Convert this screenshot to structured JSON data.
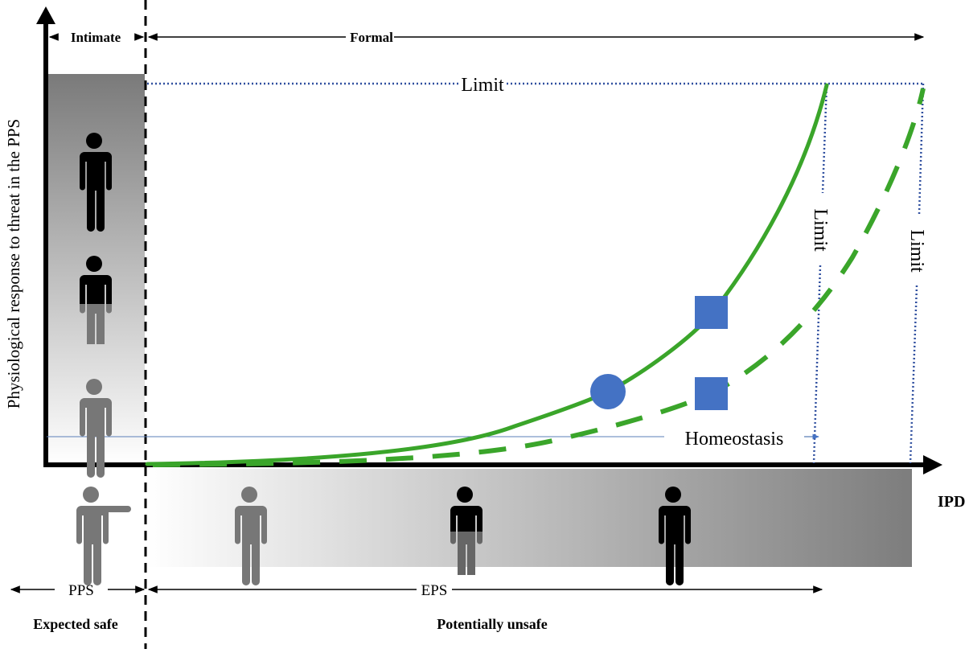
{
  "diagram": {
    "title": "",
    "y_axis_label": "Physiological response to threat in the PPS",
    "x_axis_label": "IPD",
    "top_zones": {
      "intimate": "Intimate",
      "formal": "Formal"
    },
    "bottom_zones": {
      "pps": "PPS",
      "eps": "EPS"
    },
    "safety_labels": {
      "expected_safe": "Expected safe",
      "potentially_unsafe": "Potentially unsafe"
    },
    "annotations": {
      "limit_horizontal": "Limit",
      "limit_vertical_1": "Limit",
      "limit_vertical_2": "Limit",
      "homeostasis": "Homeostasis"
    },
    "curves": [
      {
        "name": "solid-response-curve",
        "style": "solid",
        "color": "#3aa52a"
      },
      {
        "name": "dashed-response-curve",
        "style": "dashed",
        "color": "#3aa52a"
      }
    ],
    "markers": [
      {
        "shape": "circle",
        "on": "solid-response-curve",
        "color": "#4472c4"
      },
      {
        "shape": "square",
        "on": "solid-response-curve",
        "color": "#4472c4"
      },
      {
        "shape": "square",
        "on": "dashed-response-curve",
        "color": "#4472c4"
      }
    ],
    "figures": {
      "pps_column": [
        "person-black",
        "person-half-black",
        "person-gray"
      ],
      "bottom_band": [
        "person-pointing-gray",
        "person-gray",
        "person-half-black",
        "person-black"
      ]
    },
    "colors": {
      "curve_green": "#3aa52a",
      "marker_blue": "#4472c4",
      "limit_dotted_blue": "#2f4f9f",
      "homeostasis_line": "#5b7fb8",
      "axis": "#000000"
    }
  }
}
